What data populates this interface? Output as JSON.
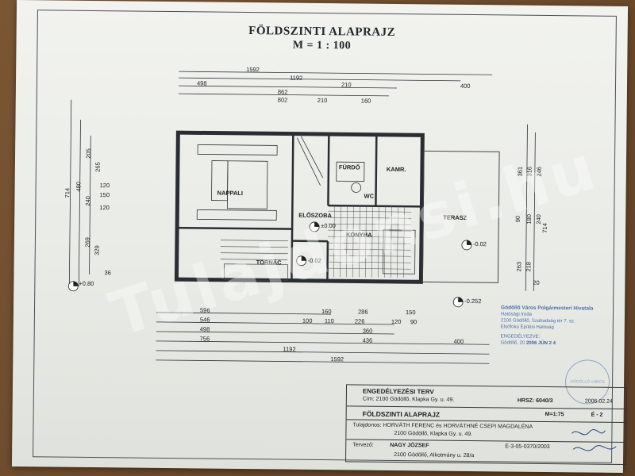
{
  "drawing": {
    "title": "FÖLDSZINTI ALAPRAJZ",
    "scale": "M = 1 : 100"
  },
  "dimensions_top": [
    "1592",
    "1192",
    "498",
    "210",
    "400",
    "862",
    "802",
    "210",
    "160"
  ],
  "dimensions_bottom": [
    "596",
    "546",
    "498",
    "756",
    "1192",
    "1592",
    "160",
    "286",
    "150",
    "100",
    "110",
    "226",
    "120",
    "90",
    "360",
    "436",
    "400"
  ],
  "dimensions_left": [
    "714",
    "480",
    "205",
    "265",
    "120",
    "150",
    "240",
    "120",
    "269",
    "329",
    "36"
  ],
  "dimensions_right": [
    "714",
    "361",
    "316",
    "246",
    "90",
    "180",
    "240",
    "263",
    "218",
    "20"
  ],
  "rooms": {
    "nappali": "NAPPALI",
    "eloszoba": "ELŐSZOBA",
    "furdo": "FÜRDŐ",
    "kamra": "KAMR.",
    "wc": "WC",
    "konyha": "KONYHA",
    "tornac": "TORNÁC",
    "terasz": "TERASZ"
  },
  "levels": {
    "l1": "+0.80",
    "l2": "±0.00",
    "l3": "-0.02",
    "l4": "-0.02",
    "l5": "-0.252"
  },
  "stamp": {
    "line1": "Gödöllő Város Polgármesteri Hivatala",
    "line2": "Hatósági Iroda",
    "line3": "2100 Gödöllő, Szabadság tér 7. sz.",
    "line4": "Elsőfokú Építési Hatóság",
    "line5": "ENGEDÉLYEZVE:",
    "line6": "Gödöllő, 20",
    "date": "2006 JÚN 2 4",
    "seal_text": "GÖDÖLLŐ VÁROS"
  },
  "title_block": {
    "plan_type": "ENGEDÉLYEZÉSI TERV",
    "address_label": "Cím: 2100 Gödöllő, Klapka Gy. u. 49.",
    "hrsz": "HRSZ: 6040/3",
    "date": "2006.02.24",
    "sheet_title": "FÖLDSZINTI ALAPRAJZ",
    "scale": "M=1:75",
    "sheet_no": "É - 2",
    "owners": "Tulajdonos: HORVÁTH FERENC és HORVÁTHNÉ CSEPI MAGDALÉNA",
    "owners_address": "2100 Gödöllő, Klapka Gy. u. 49.",
    "designer_label": "Tervező:",
    "designer": "NAGY JÓZSEF",
    "license": "É-3-05-0370/2003",
    "designer_address": "2100 Gödöllő, Alkotmány u. 28/a"
  },
  "watermark": "Tulajdonsi.hu"
}
